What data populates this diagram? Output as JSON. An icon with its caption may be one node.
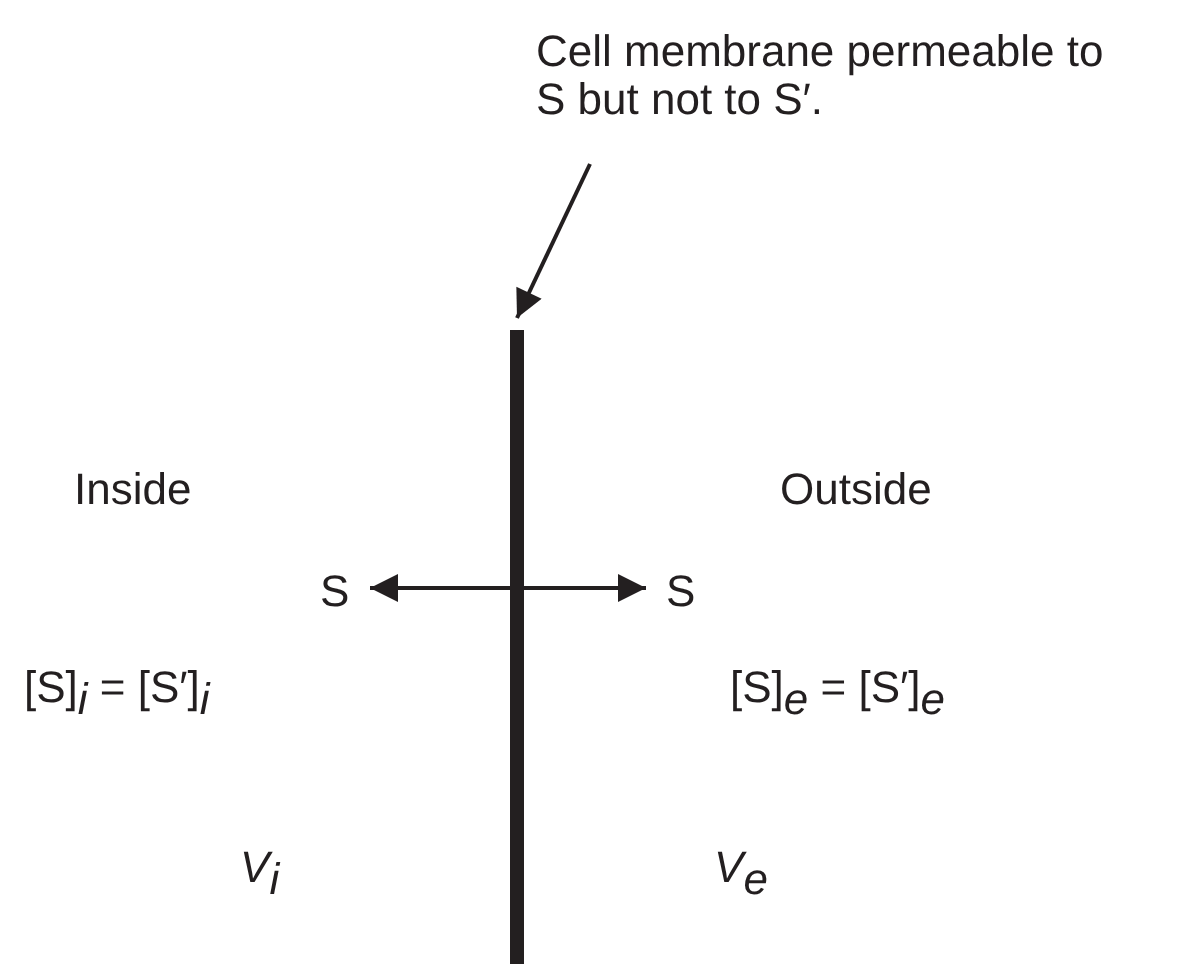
{
  "diagram": {
    "nodes": [
      {
        "text": [
          "Cell membrane permeable to S but not to S′."
        ]
      },
      {
        "text": [],
        "shape": "bar"
      },
      {
        "text": [
          "S"
        ]
      },
      {
        "text": [
          "S"
        ]
      }
    ],
    "edges": [
      {
        "from": 0,
        "to": 1,
        "arrow": "to"
      },
      {
        "from": 2,
        "to": 3,
        "arrow": "both"
      }
    ],
    "labels": [
      "Inside",
      "Outside",
      "[S]$_{i}$ = [S′]$_{i}$",
      "[S]$_{e}$ = [S′]$_{e}$",
      "*V*$_{i}$",
      "*V*$_{e}$"
    ]
  }
}
